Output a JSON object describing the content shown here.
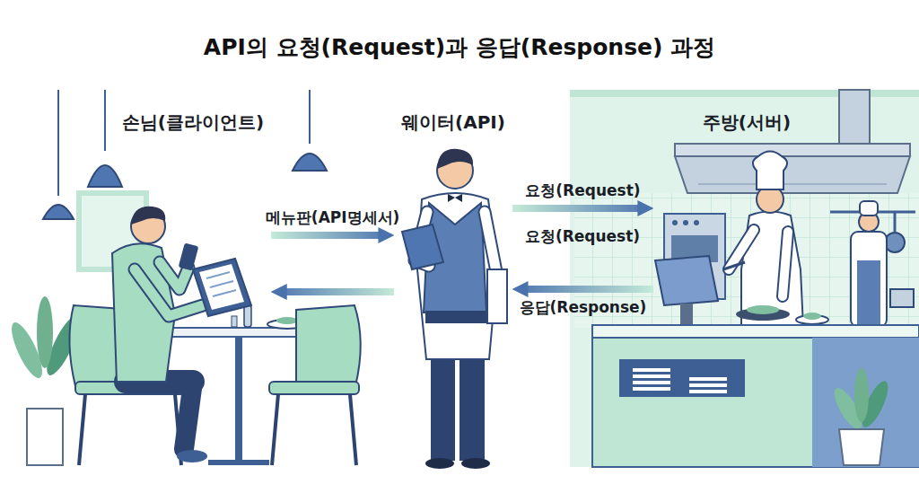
{
  "diagram": {
    "title": "API의 요청(Request)과 응답(Response) 과정",
    "nodes": [
      {
        "text": [
          "손님(클라이언트)"
        ]
      },
      {
        "text": [
          "웨이터(API)"
        ]
      },
      {
        "text": [
          "주방(서버)"
        ]
      }
    ],
    "edges": [
      {
        "from": 0,
        "to": 1,
        "label": "메뉴판(API명세서)",
        "arrow": "to"
      },
      {
        "from": 1,
        "to": 0,
        "arrow": "to"
      },
      {
        "from": 1,
        "to": 2,
        "label": "요청(Request)",
        "arrow": "to"
      },
      {
        "from": 2,
        "to": 1,
        "label": "응답(Response)",
        "arrow": "to"
      }
    ],
    "labels": [
      "요청(Request)"
    ]
  }
}
